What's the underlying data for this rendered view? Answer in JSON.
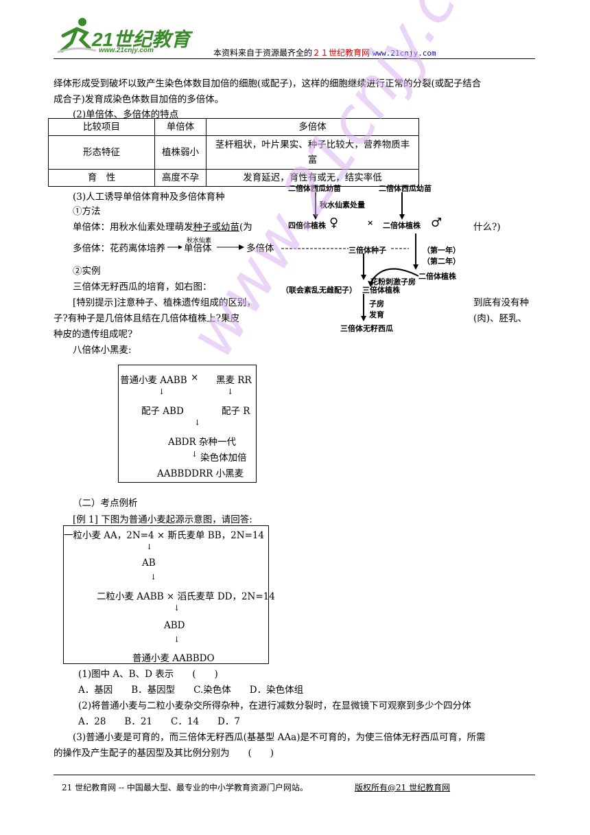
{
  "header": {
    "logo_main": "21世纪教育",
    "logo_url": "www.21cnjy.com",
    "source_text": "本资料来自于资源最齐全的",
    "source_site": "２１世纪教育网",
    "source_url": "www.21cnjy.com"
  },
  "watermark": "www.21cnjy.cc",
  "body": {
    "p1_l1": "绎体形成受到破坏以致产生染色体数目加倍的细胞(或配子)，这样的细胞继续进行正常的分裂(或配子结合",
    "p1_l2": "成合子)发育成染色体数目加倍的多倍体。",
    "s2_title": "(2)单倍体、多倍体的特点",
    "table": {
      "headers": [
        "比较项目",
        "单倍体",
        "多倍体"
      ],
      "rows": [
        [
          "形态特征",
          "植株弱小",
          "茎杆粗状，叶片果实、种子比较大，营养物质丰富"
        ],
        [
          "育　性",
          "高度不孕",
          "发育延迟，育性有或无，结实率低"
        ]
      ]
    },
    "s3_title": "(3)人工诱导单倍体育种及多倍体育种",
    "method_title": "①方法",
    "haploid_line_a": "单倍体：用秋水仙素处理萌发",
    "haploid_line_u": "种子或幼苗",
    "haploid_line_b": "(为",
    "haploid_line_tail": "什么?)",
    "poly_line_a": "多倍体：花药离体培养",
    "poly_arrow_label": "秋水仙素",
    "poly_mid": "单倍体",
    "poly_end": "多倍体",
    "example_title": "②实例",
    "example_l1": "三倍体无籽西瓜的培育，如右图：",
    "tip_l1a": "[特别提示]注意种子、植株遗传组成的区别，",
    "tip_l1b": "到底有没有种",
    "tip_l2a": "子?有种子是几倍体且结在几倍体植株上?果皮",
    "tip_l2b": "(肉)、胚乳、",
    "tip_l3": "种皮的遗传组成呢?",
    "triticale_title": "八倍体小黑麦:"
  },
  "triticale_box": {
    "l1a": "普通小麦 AABB",
    "l1x": "×",
    "l1b": "黑麦 RR",
    "g1": "配子 ABD",
    "g2": "配子 R",
    "hybrid": "ABDR 杂种一代",
    "double": "染色体加倍",
    "result": "AABBDDRR 小黑麦"
  },
  "watermelon_diagram": {
    "top_left": "二倍体西瓜幼苗",
    "top_right": "二倍体西瓜幼苗",
    "treat": "秋水仙素处量",
    "tetra": "四倍体植株",
    "cross": "×",
    "diploid": "二倍体植株",
    "seed": "三倍体种子",
    "year1": "（第一年）",
    "year2": "（第二年）",
    "pollen": "花粉刺激子房",
    "diploid2": "二倍体植株",
    "meiosis": "（联会紊乱无雌配子）",
    "triploid_plant": "三倍体植株",
    "ovary1": "子房",
    "ovary2": "发育",
    "result": "三倍体无籽西瓜",
    "female": "♀",
    "male": "♂"
  },
  "section2": {
    "title": "（二）考点例析",
    "ex_intro": "[例 1] 下图为普通小麦起源示意图，请回答:"
  },
  "wheat_box": {
    "l1": "一粒小麦 AA，2N=4 × 斯氏麦单 BB，2N=14",
    "g1": "AB",
    "l2": "二粒小麦 AABB × 滔氏麦草 DD，2N=14",
    "g2": "ABD",
    "result": "普通小麦 AABBDO"
  },
  "questions": {
    "q1": "(1)图中 A、B、D 表示　　(　　)",
    "q1_opts": "A．基因　　B．基因型　　C.染色体　　D．染色体组",
    "q2": "(2)将普通小麦与二粒小麦杂交所得杂种，在进行减数分裂时，在显微镜下可观察到多少个四分体",
    "q2_opts": "A．28　　B．21　　C．14　　D．7",
    "q3_l1": "(3)普通小麦是可育的，而三倍体无籽西瓜(基基型 AAa)是不可育的，为使三倍体无籽西瓜可育，所需",
    "q3_l2": "的操作及产生配子的基因型及其比例分别为　　(　　)"
  },
  "footer": {
    "left": "21 世纪教育网 -- 中国最大型、最专业的中小学教育资源门户网站。",
    "right": "版权所有@21 世纪教育网"
  },
  "colors": {
    "watermark": "#d9b3f0",
    "source_site": "#cc0000",
    "logo_green": "#3a8a2a"
  }
}
